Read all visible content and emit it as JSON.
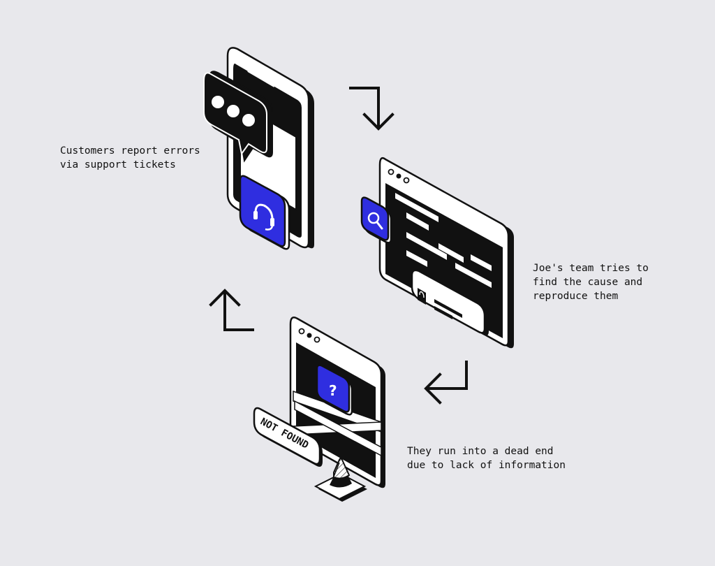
{
  "steps": [
    {
      "lines": [
        "Customers report errors",
        "via support tickets"
      ]
    },
    {
      "lines": [
        "Joe's team tries to",
        "find the cause and",
        "reproduce them"
      ]
    },
    {
      "lines": [
        "They run into a dead end",
        "due to lack of information"
      ]
    }
  ],
  "sign": {
    "text": "NOT FOUND"
  },
  "question_glyph": "?",
  "colors": {
    "background": "#e8e8ec",
    "accent": "#2f2ee0",
    "ink": "#111111",
    "paper": "#ffffff"
  },
  "icons": [
    "chat-bubble-icon",
    "headset-icon",
    "magnifier-icon",
    "question-icon",
    "traffic-cone-icon"
  ]
}
